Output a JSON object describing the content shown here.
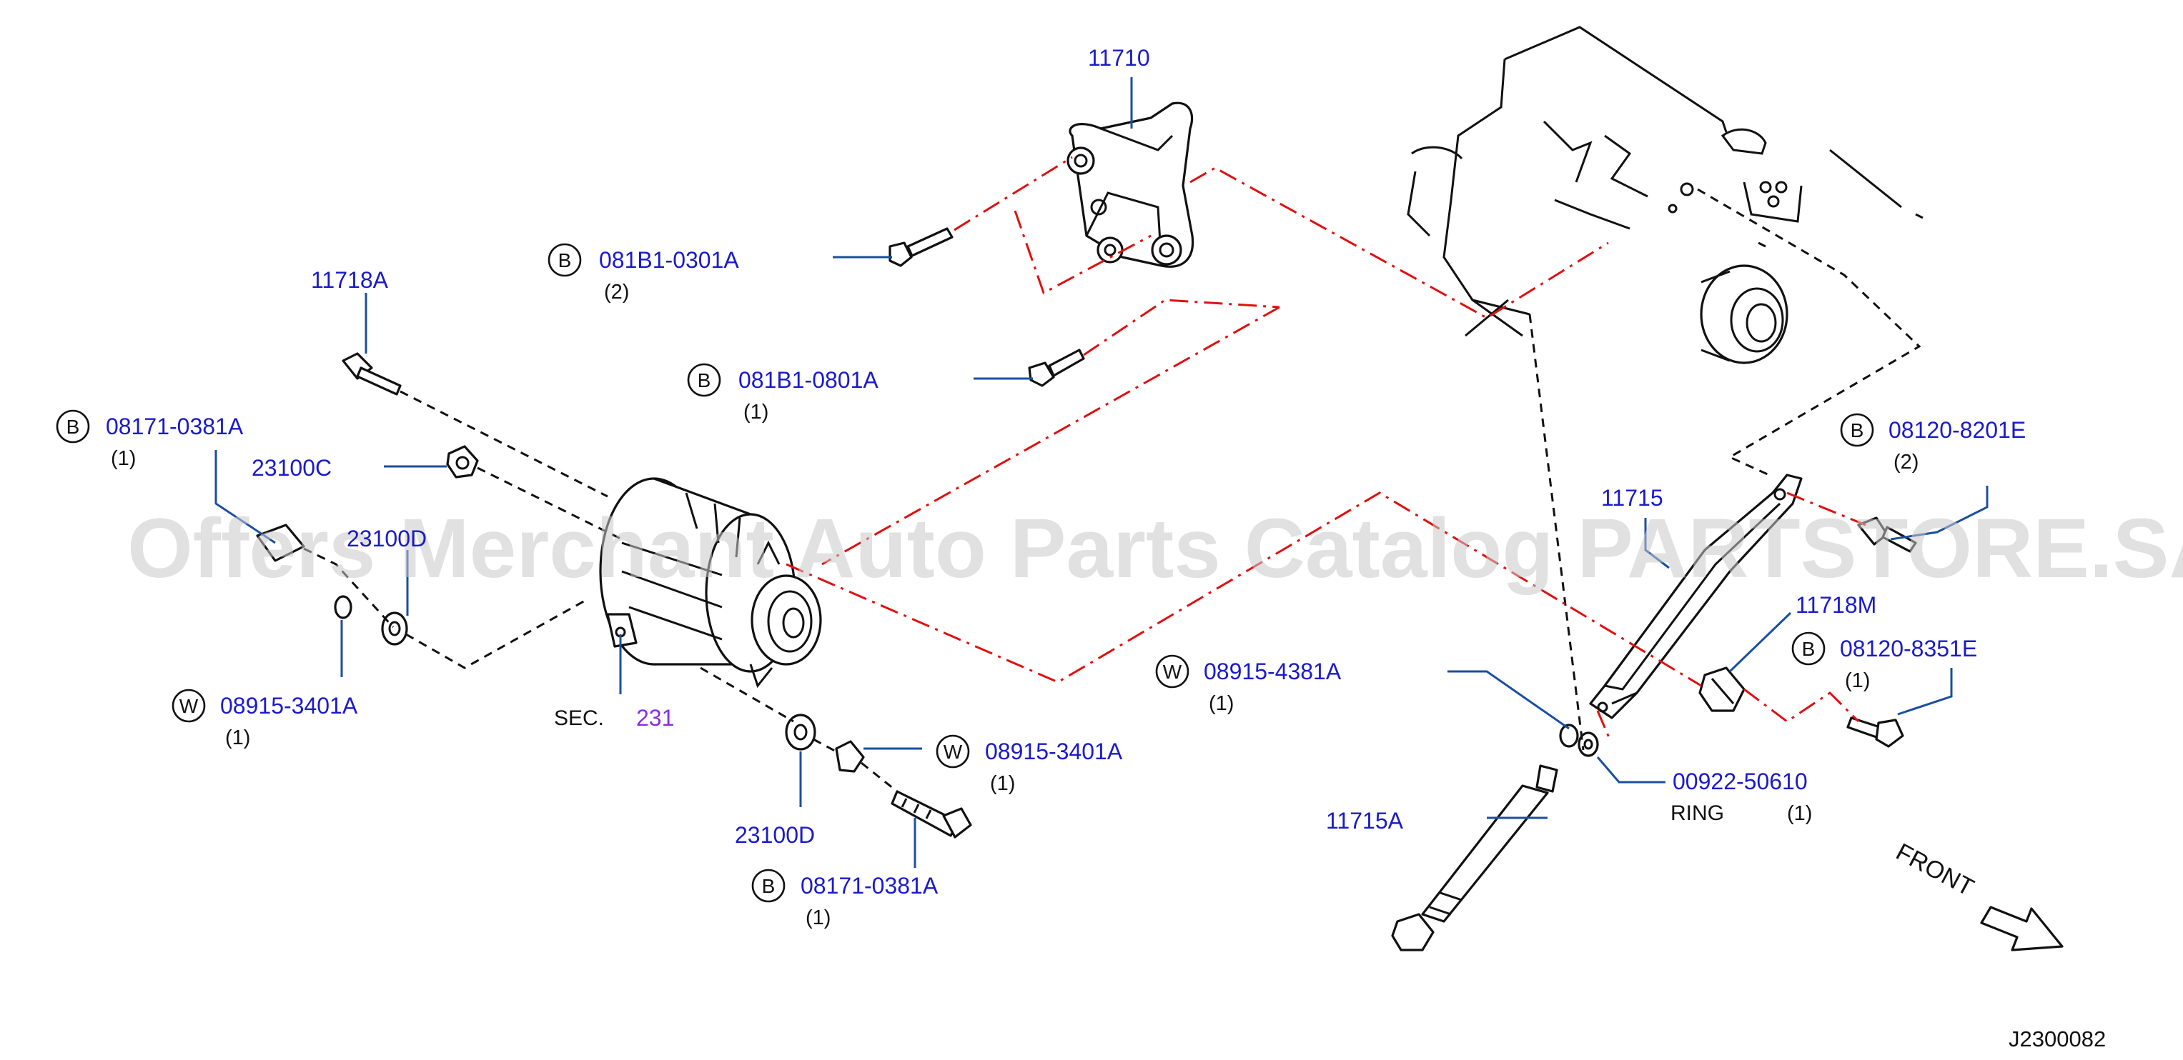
{
  "watermark": "Offers Merchant Auto Parts Catalog PARTSTORE.SA",
  "diagram_code": "J2300082",
  "front_label": "FRONT",
  "section_ref": {
    "prefix": "SEC.",
    "number": "231"
  },
  "ring_label": "RING",
  "callouts": [
    {
      "part": "11710"
    },
    {
      "badge": "B",
      "part": "081B1-0301A",
      "qty": "(2)"
    },
    {
      "badge": "B",
      "part": "081B1-0801A",
      "qty": "(1)"
    },
    {
      "part": "11718A"
    },
    {
      "badge": "B",
      "part": "08171-0381A",
      "qty": "(1)"
    },
    {
      "part": "23100C"
    },
    {
      "part": "23100D"
    },
    {
      "part": "23100D"
    },
    {
      "badge": "W",
      "part": "08915-3401A",
      "qty": "(1)"
    },
    {
      "badge": "W",
      "part": "08915-3401A",
      "qty": "(1)"
    },
    {
      "badge": "B",
      "part": "08171-0381A",
      "qty": "(1)"
    },
    {
      "badge": "W",
      "part": "08915-4381A",
      "qty": "(1)"
    },
    {
      "part": "11715"
    },
    {
      "badge": "B",
      "part": "08120-8201E",
      "qty": "(2)"
    },
    {
      "part": "11718M"
    },
    {
      "badge": "B",
      "part": "08120-8351E",
      "qty": "(1)"
    },
    {
      "part": "00922-50610",
      "qty": "(1)"
    },
    {
      "part": "11715A"
    }
  ]
}
